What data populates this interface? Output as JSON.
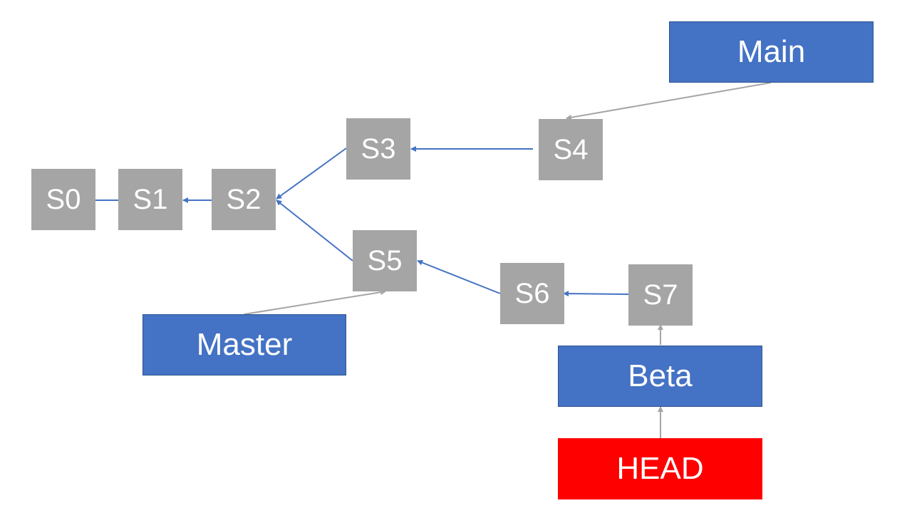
{
  "commits": {
    "s0": "S0",
    "s1": "S1",
    "s2": "S2",
    "s3": "S3",
    "s4": "S4",
    "s5": "S5",
    "s6": "S6",
    "s7": "S7"
  },
  "refs": {
    "main": "Main",
    "master": "Master",
    "beta": "Beta",
    "head": "HEAD"
  },
  "colors": {
    "commit_fill": "#a5a5a5",
    "branch_fill": "#4472c4",
    "head_fill": "#ff0000",
    "parent_link": "#4472c4",
    "ref_link": "#a5a5a5",
    "text": "#ffffff"
  },
  "edges": [
    {
      "from": "s1",
      "to": "s0",
      "kind": "parent"
    },
    {
      "from": "s2",
      "to": "s1",
      "kind": "parent"
    },
    {
      "from": "s3",
      "to": "s2",
      "kind": "parent"
    },
    {
      "from": "s5",
      "to": "s2",
      "kind": "parent"
    },
    {
      "from": "s4",
      "to": "s3",
      "kind": "parent"
    },
    {
      "from": "s6",
      "to": "s5",
      "kind": "parent"
    },
    {
      "from": "s7",
      "to": "s6",
      "kind": "parent"
    },
    {
      "from": "main",
      "to": "s4",
      "kind": "ref"
    },
    {
      "from": "master",
      "to": "s5",
      "kind": "ref"
    },
    {
      "from": "beta",
      "to": "s7",
      "kind": "ref"
    },
    {
      "from": "head",
      "to": "beta",
      "kind": "ref"
    }
  ]
}
